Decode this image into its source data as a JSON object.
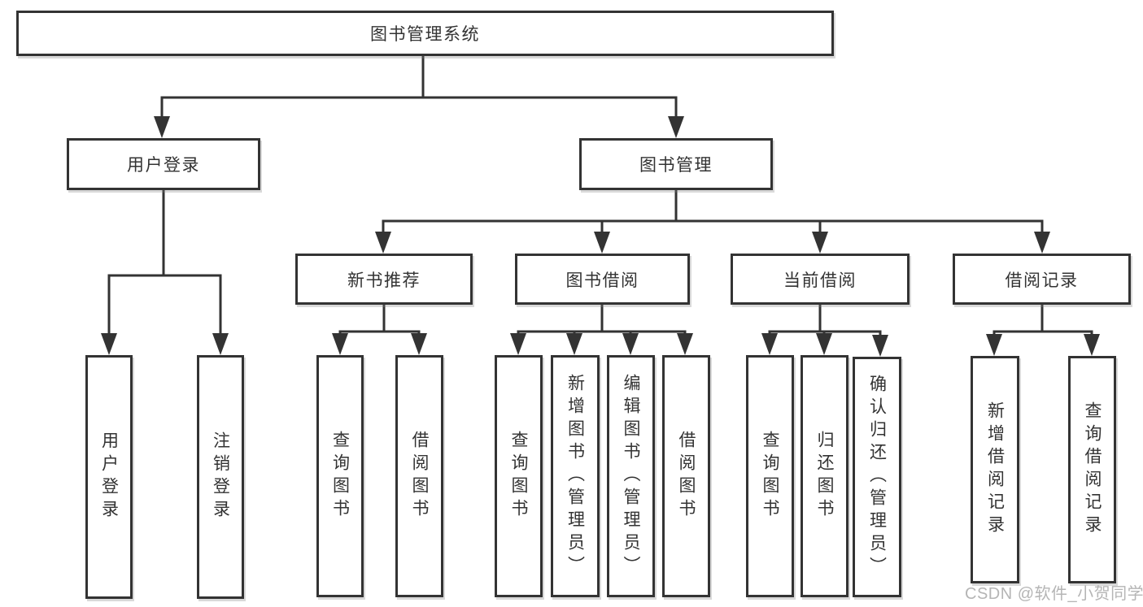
{
  "diagram": {
    "type": "tree",
    "root": {
      "label": "图书管理系统"
    },
    "branches": [
      {
        "label": "用户登录",
        "children": [
          {
            "label": "用户登录"
          },
          {
            "label": "注销登录"
          }
        ]
      },
      {
        "label": "图书管理",
        "children": [
          {
            "label": "新书推荐",
            "children": [
              {
                "label": "查询图书"
              },
              {
                "label": "借阅图书"
              }
            ]
          },
          {
            "label": "图书借阅",
            "children": [
              {
                "label": "查询图书"
              },
              {
                "label": "新增图书（管理员）"
              },
              {
                "label": "编辑图书（管理员）"
              },
              {
                "label": "借阅图书"
              }
            ]
          },
          {
            "label": "当前借阅",
            "children": [
              {
                "label": "查询图书"
              },
              {
                "label": "归还图书"
              },
              {
                "label": "确认归还（管理员）"
              }
            ]
          },
          {
            "label": "借阅记录",
            "children": [
              {
                "label": "新增借阅记录"
              },
              {
                "label": "查询借阅记录"
              }
            ]
          }
        ]
      }
    ]
  },
  "watermark": {
    "text": "CSDN @软件_小贺同学",
    "color": "#b5b5b5"
  },
  "colors": {
    "line": "#333333",
    "text": "#333333",
    "box_border": "#333333",
    "background": "#ffffff"
  }
}
